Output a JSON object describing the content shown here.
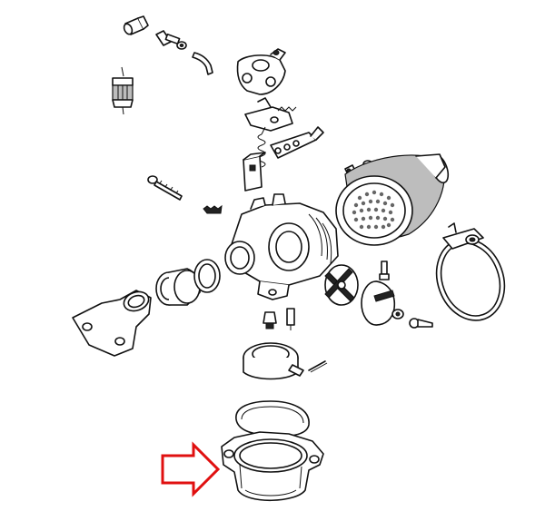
{
  "diagram": {
    "parts": [
      {
        "name": "fuel-line-fitting"
      },
      {
        "name": "bolt-and-washer"
      },
      {
        "name": "fuel-filter"
      },
      {
        "name": "fuel-hose-elbow"
      },
      {
        "name": "carburetor-top-cover"
      },
      {
        "name": "throttle-lever-bracket"
      },
      {
        "name": "return-spring"
      },
      {
        "name": "small-spring"
      },
      {
        "name": "jet-needle-plate"
      },
      {
        "name": "float-needle-block"
      },
      {
        "name": "air-filter-element"
      },
      {
        "name": "breather-fitting"
      },
      {
        "name": "idle-mixture-screw"
      },
      {
        "name": "idle-spring"
      },
      {
        "name": "carburetor-body"
      },
      {
        "name": "spacer-sleeve"
      },
      {
        "name": "o-ring"
      },
      {
        "name": "intake-manifold-elbow"
      },
      {
        "name": "hose-clamp"
      },
      {
        "name": "butterfly-plate"
      },
      {
        "name": "vent-nipple"
      },
      {
        "name": "choke-disc"
      },
      {
        "name": "washer"
      },
      {
        "name": "screw"
      },
      {
        "name": "main-jet"
      },
      {
        "name": "emulsion-tube"
      },
      {
        "name": "float"
      },
      {
        "name": "cotter-pin"
      },
      {
        "name": "float-bowl-gasket"
      },
      {
        "name": "float-bowl"
      }
    ],
    "highlight": {
      "name": "float-bowl",
      "marker": "arrow",
      "color": "#e01010"
    },
    "line_color": "#111111",
    "background": "#ffffff"
  }
}
